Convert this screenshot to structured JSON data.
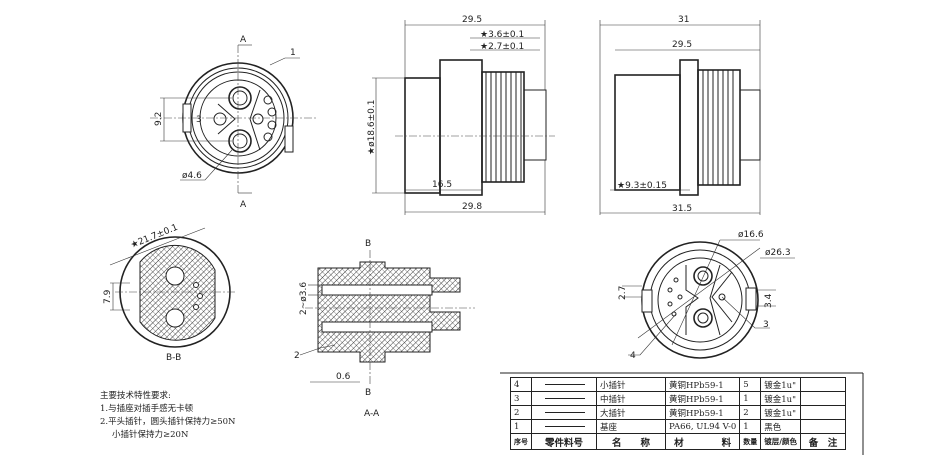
{
  "front_view": {
    "section_label_top": "A",
    "section_label_bottom": "A",
    "callout_1": "1",
    "dim_height": "9.2",
    "dim_pin_dia": "ø4.6",
    "pin_mark_3": "3"
  },
  "side_view_1": {
    "dim_length_top": "29.5",
    "dim_star_1": "★3.6±0.1",
    "dim_star_2": "★2.7±0.1",
    "dim_diameter": "★ø18.6±0.1",
    "dim_16_5": "16.5",
    "dim_29_8": "29.8"
  },
  "side_view_2": {
    "dim_31": "31",
    "dim_29_5": "29.5",
    "dim_star_9_3": "★9.3±0.15",
    "dim_31_5": "31.5"
  },
  "section_bb": {
    "dim_diag": "★21.7±0.1",
    "dim_7_9": "7.9",
    "title": "B-B"
  },
  "section_aa": {
    "label_b_top": "B",
    "label_b_bottom": "B",
    "dim_pin": "2~ø3.6",
    "callout_2": "2",
    "dim_0_6": "0.6",
    "title": "A-A"
  },
  "rear_view": {
    "dim_16_6": "ø16.6",
    "dim_26_3": "ø26.3",
    "dim_2_7": "2.7",
    "dim_3_4": "3.4",
    "callout_3": "3",
    "callout_4": "4"
  },
  "notes": {
    "title": "主要技术特性要求:",
    "line1": "1.与插座对插手感无卡顿",
    "line2": "2.平头插针，圆头插针保持力≥50N",
    "line3": "小插针保持力≥20N"
  },
  "bom": {
    "rows": [
      {
        "no": "4",
        "name": "小插针",
        "material": "黄铜HPb59-1",
        "qty": "5",
        "finish": "镀金1u\"",
        "remark": ""
      },
      {
        "no": "3",
        "name": "中插针",
        "material": "黄铜HPb59-1",
        "qty": "1",
        "finish": "镀金1u\"",
        "remark": ""
      },
      {
        "no": "2",
        "name": "大插针",
        "material": "黄铜HPb59-1",
        "qty": "2",
        "finish": "镀金1u\"",
        "remark": ""
      },
      {
        "no": "1",
        "name": "基座",
        "material": "PA66, UL94 V-0",
        "qty": "1",
        "finish": "黑色",
        "remark": ""
      }
    ],
    "headers": {
      "no": "序号",
      "part_no": "零件料号",
      "name": "名　　称",
      "material": "材　　　　料",
      "qty": "数量",
      "finish": "镀层/颜色",
      "remark": "备　注"
    }
  }
}
